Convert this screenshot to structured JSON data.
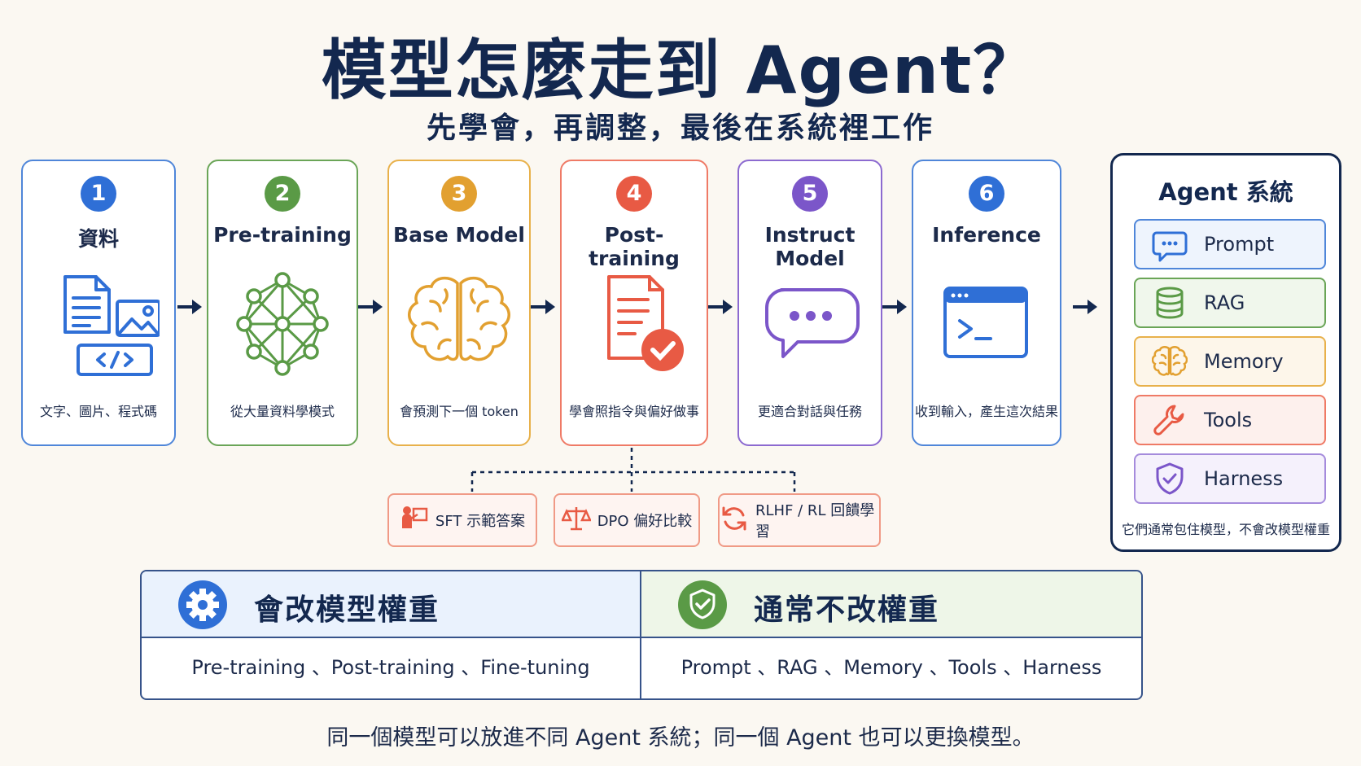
{
  "title": "模型怎麼走到 Agent？",
  "subtitle": "先學會，再調整，最後在系統裡工作",
  "steps": [
    {
      "num": "1",
      "name": "資料",
      "desc": "文字、圖片、程式碼",
      "color": "#2f6fd6"
    },
    {
      "num": "2",
      "name": "Pre-training",
      "desc": "從大量資料學模式",
      "color": "#5a9a46"
    },
    {
      "num": "3",
      "name": "Base Model",
      "desc": "會預測下一個 token",
      "color": "#e2a030"
    },
    {
      "num": "4",
      "name": "Post-training",
      "desc": "學會照指令與偏好做事",
      "color": "#e85a44"
    },
    {
      "num": "5",
      "name": "Instruct Model",
      "desc": "更適合對話與任務",
      "color": "#7b56c9"
    },
    {
      "num": "6",
      "name": "Inference",
      "desc": "收到輸入，產生這次結果",
      "color": "#2f6fd6"
    }
  ],
  "post_training_methods": [
    {
      "label": "SFT 示範答案",
      "icon": "teacher-icon"
    },
    {
      "label": "DPO 偏好比較",
      "icon": "balance-scale-icon"
    },
    {
      "label": "RLHF / RL 回饋學習",
      "icon": "refresh-cycle-icon"
    }
  ],
  "agent": {
    "title": "Agent 系統",
    "components": [
      {
        "label": "Prompt",
        "icon": "chat-bubble-icon",
        "color": "#2f6fd6"
      },
      {
        "label": "RAG",
        "icon": "database-icon",
        "color": "#5a9a46"
      },
      {
        "label": "Memory",
        "icon": "brain-icon",
        "color": "#e2a030"
      },
      {
        "label": "Tools",
        "icon": "wrench-icon",
        "color": "#e85a44"
      },
      {
        "label": "Harness",
        "icon": "shield-check-icon",
        "color": "#7b56c9"
      }
    ],
    "note": "它們通常包住模型，不會改模型權重"
  },
  "comparison": {
    "left": {
      "title": "會改模型權重",
      "body": "Pre-training 、Post-training 、Fine-tuning",
      "icon": "gear-icon"
    },
    "right": {
      "title": "通常不改權重",
      "body": "Prompt 、RAG 、Memory 、Tools 、Harness",
      "icon": "shield-check-icon"
    }
  },
  "footer": "同一個模型可以放進不同 Agent 系統；同一個 Agent 也可以更換模型。"
}
